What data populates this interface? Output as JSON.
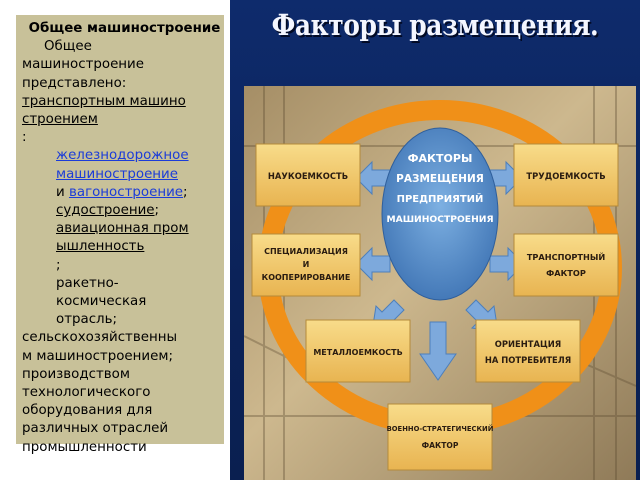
{
  "left": {
    "heading": "Общее машиностроение",
    "intro_a": "Общее",
    "intro_b": "машиностроение",
    "intro_c": "представлено:",
    "transport_1": "транспортным машино",
    "transport_2": "строением",
    "colon": ":",
    "rail_1": "железнодорожное",
    "rail_2": "машиностроение",
    "and": "и",
    "wagon": "вагоностроение",
    "semicolon": ";",
    "ship": "судостроение",
    "aviation_1": "авиационная пром",
    "aviation_2": "ышленность",
    "semicolon2": ";",
    "rocket_1": "ракетно-",
    "rocket_2": "космическая",
    "rocket_3": "отрасль;",
    "agri_1": "сельскохозяйственны",
    "agri_2": "м машиностроением;",
    "prod_1": "производством",
    "prod_2": "технологического",
    "prod_3": "оборудования для",
    "prod_4": "различных отраслей",
    "prod_5": "промышленности"
  },
  "slide": {
    "title": "Факторы размещения.",
    "center": [
      "ФАКТОРЫ",
      "РАЗМЕЩЕНИЯ",
      "ПРЕДПРИЯТИЙ",
      "МАШИНОСТРОЕНИЯ"
    ],
    "factors": {
      "science": "НАУКОЕМКОСТЬ",
      "labor": "ТРУДОЕМКОСТЬ",
      "spec": [
        "СПЕЦИАЛИЗАЦИЯ",
        "И",
        "КООПЕРИРОВАНИЕ"
      ],
      "transport": [
        "ТРАНСПОРТНЫЙ",
        "ФАКТОР"
      ],
      "metal": "МЕТАЛЛОЕМКОСТЬ",
      "consumer": [
        "ОРИЕНТАЦИЯ",
        "НА ПОТРЕБИТЕЛЯ"
      ],
      "military": [
        "ВОЕННО-СТРАТЕГИЧЕСКИЙ",
        "ФАКТОР"
      ]
    }
  },
  "colors": {
    "slide_bg": "#0e2b6c",
    "left_panel": "#c8c199",
    "box_fill": "#f2c866",
    "center_fill": "#5d93cc",
    "ring": "#f09018",
    "arrow": "#7da9dc",
    "link": "#1b3cd8"
  }
}
